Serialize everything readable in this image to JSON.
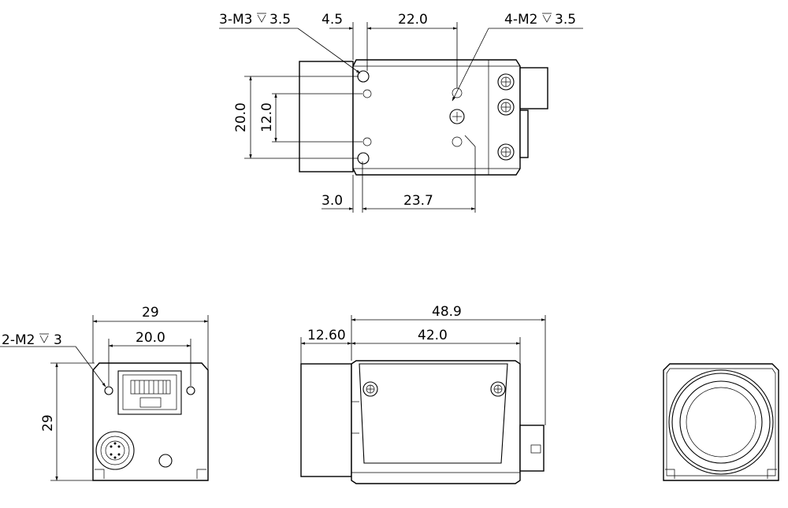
{
  "top_view": {
    "label_m3": "3-M3",
    "label_m3_depth": "3.5",
    "label_m2": "4-M2",
    "label_m2_depth": "3.5",
    "dim_4_5": "4.5",
    "dim_22_0": "22.0",
    "dim_20_0": "20.0",
    "dim_12_0": "12.0",
    "dim_3_0": "3.0",
    "dim_23_7": "23.7"
  },
  "back_view": {
    "label_m2": "2-M2",
    "label_m2_depth": "3",
    "dim_width": "29",
    "dim_20_0": "20.0",
    "dim_height": "29"
  },
  "side_view": {
    "dim_48_9": "48.9",
    "dim_12_60": "12.60",
    "dim_42_0": "42.0"
  },
  "depth_symbol": "depth-symbol",
  "colors": {
    "line": "#000000",
    "background": "#ffffff"
  }
}
